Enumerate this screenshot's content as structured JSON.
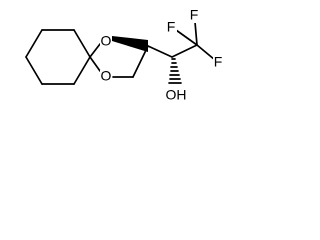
{
  "structure": {
    "labels": {
      "o_ring_top": "O",
      "o_ring_bottom": "O",
      "f_top": "F",
      "f_left": "F",
      "f_right": "F",
      "oh": "OH"
    }
  }
}
